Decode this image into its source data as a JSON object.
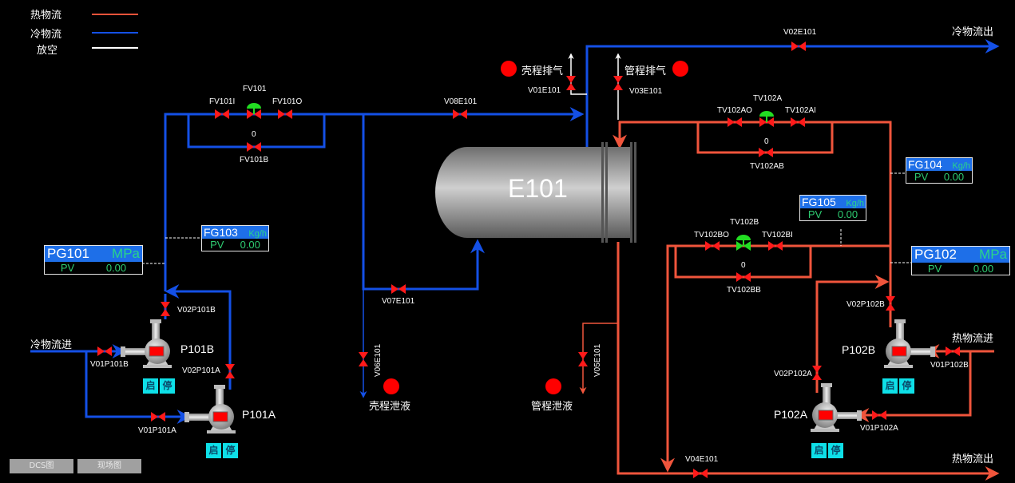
{
  "legend": [
    {
      "label": "热物流",
      "color": "#e8533a"
    },
    {
      "label": "冷物流",
      "color": "#1450e6"
    },
    {
      "label": "放空",
      "color": "#ffffff"
    }
  ],
  "colors": {
    "hot": "#f0553c",
    "cold": "#1450e6",
    "vent": "#ffffff",
    "valve": "#ff1a1a",
    "control_valve_actuator": "#22dd22",
    "lamp": "#ff0000",
    "tag_header": "#1e6fe8",
    "tag_value": "#2ecc71",
    "pump_button": "#0ee0e8"
  },
  "exchanger": {
    "name": "E101"
  },
  "streams": {
    "cold_in": "冷物流进",
    "cold_out": "冷物流出",
    "hot_in": "热物流进",
    "hot_out": "热物流出"
  },
  "indicators": {
    "shell_vent": "壳程排气",
    "tube_vent": "管程排气",
    "shell_drain": "壳程泄液",
    "tube_drain": "管程泄液"
  },
  "valves": {
    "FV101": "FV101",
    "FV101I": "FV101I",
    "FV101O": "FV101O",
    "FV101B": "FV101B",
    "FV101B_opening": "0",
    "V08E101": "V08E101",
    "V07E101": "V07E101",
    "V06E101": "V06E101",
    "V01E101": "V01E101",
    "V03E101": "V03E101",
    "V02E101": "V02E101",
    "V05E101": "V05E101",
    "V04E101": "V04E101",
    "TV102A": "TV102A",
    "TV102AO": "TV102AO",
    "TV102AI": "TV102AI",
    "TV102AB": "TV102AB",
    "TV102AB_opening": "0",
    "TV102B": "TV102B",
    "TV102BO": "TV102BO",
    "TV102BI": "TV102BI",
    "TV102BB": "TV102BB",
    "TV102BB_opening": "0",
    "V01P101A": "V01P101A",
    "V01P101B": "V01P101B",
    "V02P101A": "V02P101A",
    "V02P101B": "V02P101B",
    "V01P102A": "V01P102A",
    "V01P102B": "V01P102B",
    "V02P102A": "V02P102A",
    "V02P102B": "V02P102B"
  },
  "pumps": {
    "P101A": {
      "name": "P101A",
      "start": "启",
      "stop": "停"
    },
    "P101B": {
      "name": "P101B",
      "start": "启",
      "stop": "停"
    },
    "P102A": {
      "name": "P102A",
      "start": "启",
      "stop": "停"
    },
    "P102B": {
      "name": "P102B",
      "start": "启",
      "stop": "停"
    }
  },
  "tags": {
    "PG101": {
      "name": "PG101",
      "unit": "MPa",
      "pv_label": "PV",
      "pv": "0.00"
    },
    "FG103": {
      "name": "FG103",
      "unit": "Kg/h",
      "pv_label": "PV",
      "pv": "0.00"
    },
    "FG104": {
      "name": "FG104",
      "unit": "Kg/h",
      "pv_label": "PV",
      "pv": "0.00"
    },
    "FG105": {
      "name": "FG105",
      "unit": "Kg/h",
      "pv_label": "PV",
      "pv": "0.00"
    },
    "PG102": {
      "name": "PG102",
      "unit": "MPa",
      "pv_label": "PV",
      "pv": "0.00"
    }
  },
  "nav": {
    "dcs": "DCS图",
    "field": "现场图"
  }
}
